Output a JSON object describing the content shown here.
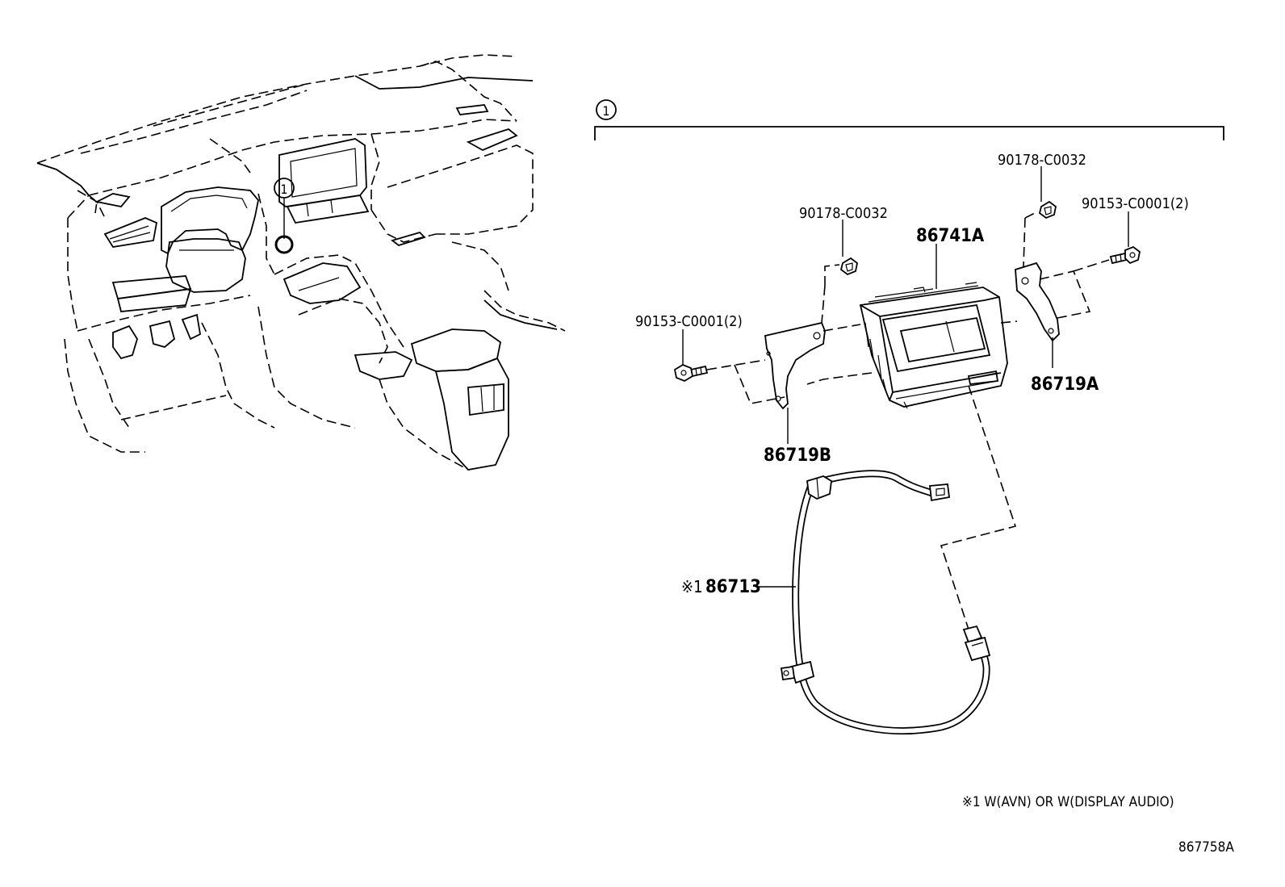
{
  "callout_marker": "1",
  "callout_marker_dash": "1",
  "parts": {
    "clip_left": "90178-C0032",
    "clip_right": "90178-C0032",
    "screw_left": "90153-C0001(2)",
    "screw_right": "90153-C0001(2)",
    "receiver": "86741A",
    "bracket_left": "86719B",
    "bracket_right": "86719A",
    "wire_prefix": "※1",
    "wire": "86713"
  },
  "footnote": "※1 W(AVN) OR W(DISPLAY AUDIO)",
  "diagram_id": "867758A",
  "icons": [
    "dashboard-illustration",
    "radio-receiver",
    "bracket",
    "screw",
    "clip",
    "wire-harness"
  ]
}
